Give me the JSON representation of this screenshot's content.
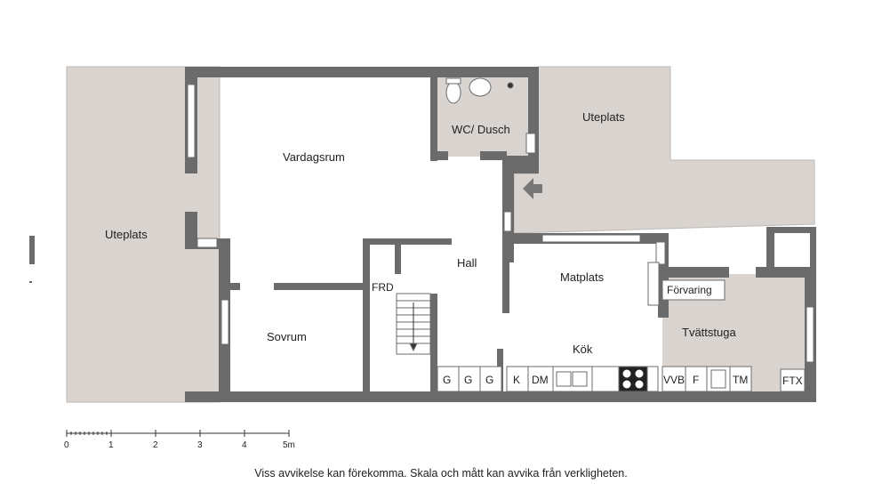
{
  "rooms": {
    "uteplats_west": "Uteplats",
    "uteplats_east": "Uteplats",
    "vardagsrum": "Vardagsrum",
    "wc": "WC/ Dusch",
    "hall": "Hall",
    "frd": "FRD",
    "sovrum": "Sovrum",
    "matplats": "Matplats",
    "forvaring": "Förvaring",
    "tvattstuga": "Tvättstuga",
    "kok": "Kök"
  },
  "fixtures": {
    "g1": "G",
    "g2": "G",
    "g3": "G",
    "k": "K",
    "dm": "DM",
    "vvb": "VVB",
    "f": "F",
    "tm": "TM",
    "ftx": "FTX"
  },
  "scale": {
    "ticks": [
      "0",
      "1",
      "2",
      "3",
      "4",
      "5m"
    ]
  },
  "disclaimer": "Viss avvikelse kan förekomma. Skala och mått kan avvika från verkligheten.",
  "colors": {
    "wall": "#6b6b6b",
    "terrace": "#d9d4d0",
    "utility": "#d9d4d0",
    "floor": "#ffffff"
  }
}
